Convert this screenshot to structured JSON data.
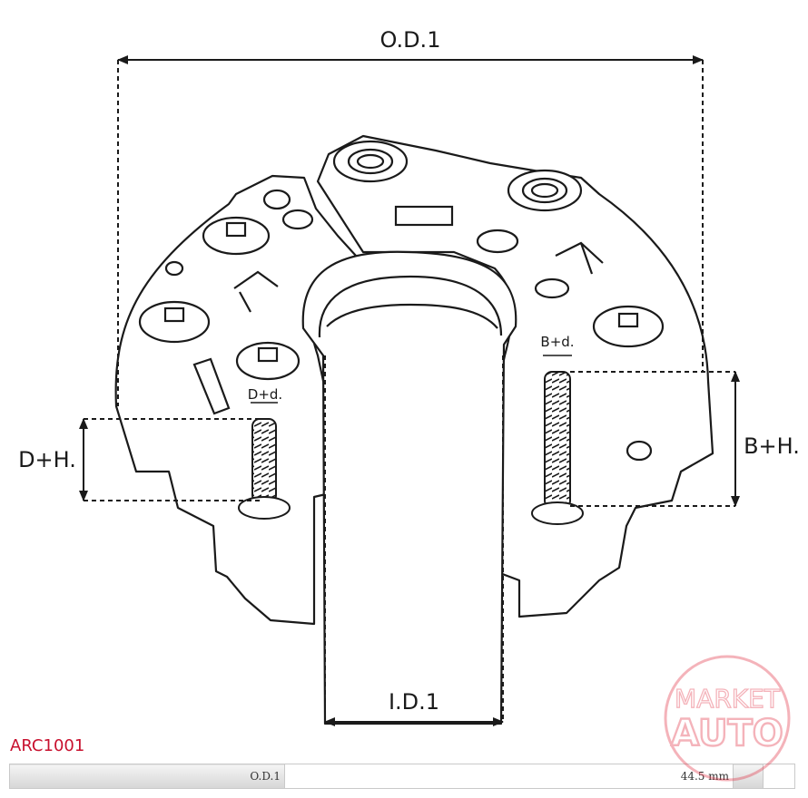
{
  "part_code": "ARC1001",
  "dimensions": {
    "od": "O.D.1",
    "id": "I.D.1",
    "bh": "B+H.",
    "dh": "D+H.",
    "bd": "B+d.",
    "dd": "D+d."
  },
  "spec_row": {
    "label": "O.D.1",
    "value": "44.5 mm"
  },
  "watermark": {
    "line1": "MARKET",
    "line2": "AUTO",
    "color": "#e0283c"
  },
  "colors": {
    "line": "#1a1a1a",
    "accent": "#c8102e"
  }
}
